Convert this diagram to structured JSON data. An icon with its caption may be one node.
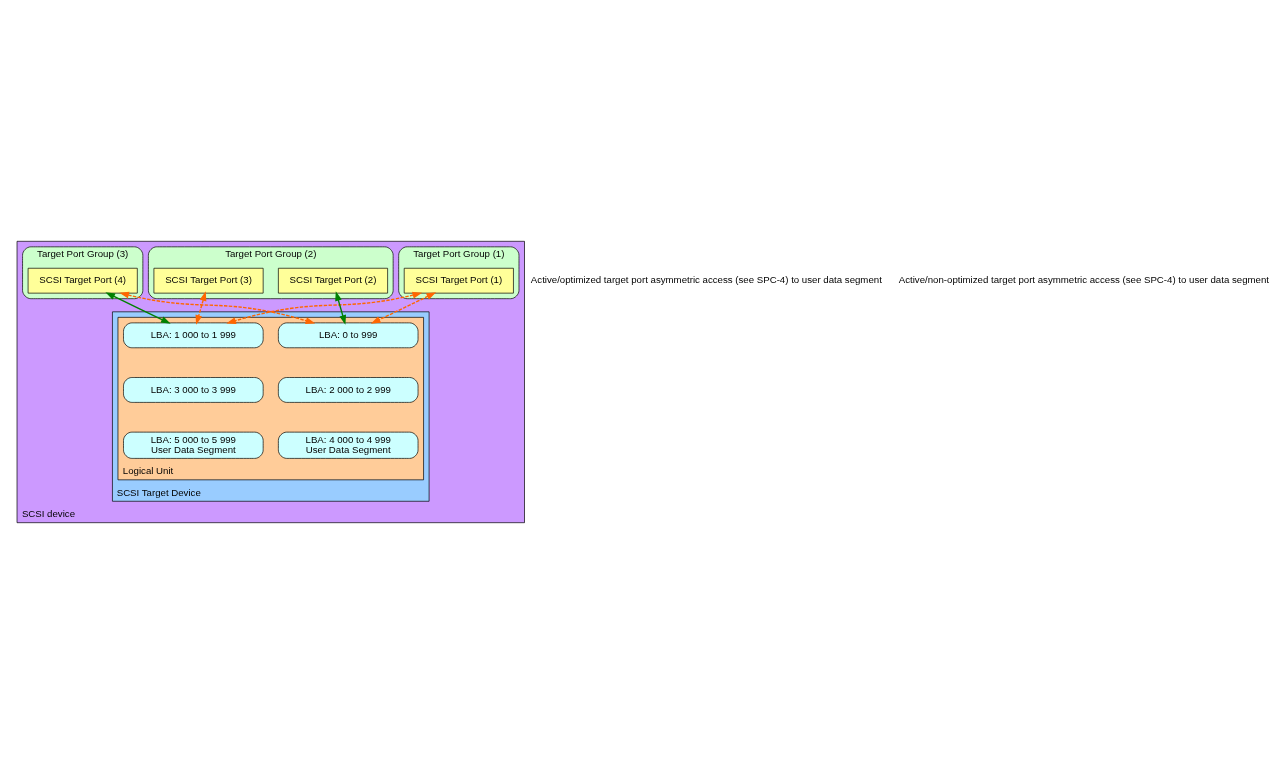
{
  "diagram": {
    "nodes": [
      {
        "text": [
          "SCSI device"
        ]
      },
      {
        "text": [
          "Target Port Group (1)"
        ],
        "in": 0
      },
      {
        "text": [
          "SCSI Target Port (1)"
        ],
        "in": 1
      },
      {
        "text": [
          "Target Port Group (2)"
        ],
        "in": 0
      },
      {
        "text": [
          "SCSI Target Port (2)"
        ],
        "in": 3
      },
      {
        "text": [
          "SCSI Target Port (3)"
        ],
        "in": 3
      },
      {
        "text": [
          "Target Port Group (3)"
        ],
        "in": 0
      },
      {
        "text": [
          "SCSI Target Port (4)"
        ],
        "in": 6
      },
      {
        "text": [
          "SCSI Target Device"
        ],
        "in": 0
      },
      {
        "text": [
          "Logical Unit"
        ],
        "in": 8
      },
      {
        "text": [
          "LBA: 0 to 999"
        ],
        "in": 9
      },
      {
        "text": [
          "LBA: 2 000 to 2 999"
        ],
        "in": 9
      },
      {
        "text": [
          "LBA: 4 000 to 4 999",
          "User Data Segment"
        ],
        "in": 9
      },
      {
        "text": [
          "LBA: 1 000 to 1 999"
        ],
        "in": 9
      },
      {
        "text": [
          "LBA: 3 000 to 3 999"
        ],
        "in": 9
      },
      {
        "text": [
          "LBA: 5 000 to 5 999",
          "User Data Segment"
        ],
        "in": 9
      }
    ],
    "edges": [
      {
        "from": 2,
        "to": 10,
        "arrow": "both",
        "style": "dashed"
      },
      {
        "from": 2,
        "to": 13,
        "arrow": "both",
        "style": "dashed"
      },
      {
        "from": 4,
        "to": 10,
        "arrow": "both",
        "color": "#008000"
      },
      {
        "from": 5,
        "to": 13,
        "arrow": "both",
        "style": "dashed"
      },
      {
        "from": 7,
        "to": 10,
        "arrow": "both",
        "style": "dashed"
      },
      {
        "from": 7,
        "to": 13,
        "arrow": "both",
        "color": "#008000"
      }
    ],
    "legend": [
      {
        "text": "Active/optimized target port asymmetric access (see SPC-4) to user data segment"
      },
      {
        "text": "Active/non-optimized target port asymmetric access (see SPC-4) to user data segment"
      }
    ]
  }
}
